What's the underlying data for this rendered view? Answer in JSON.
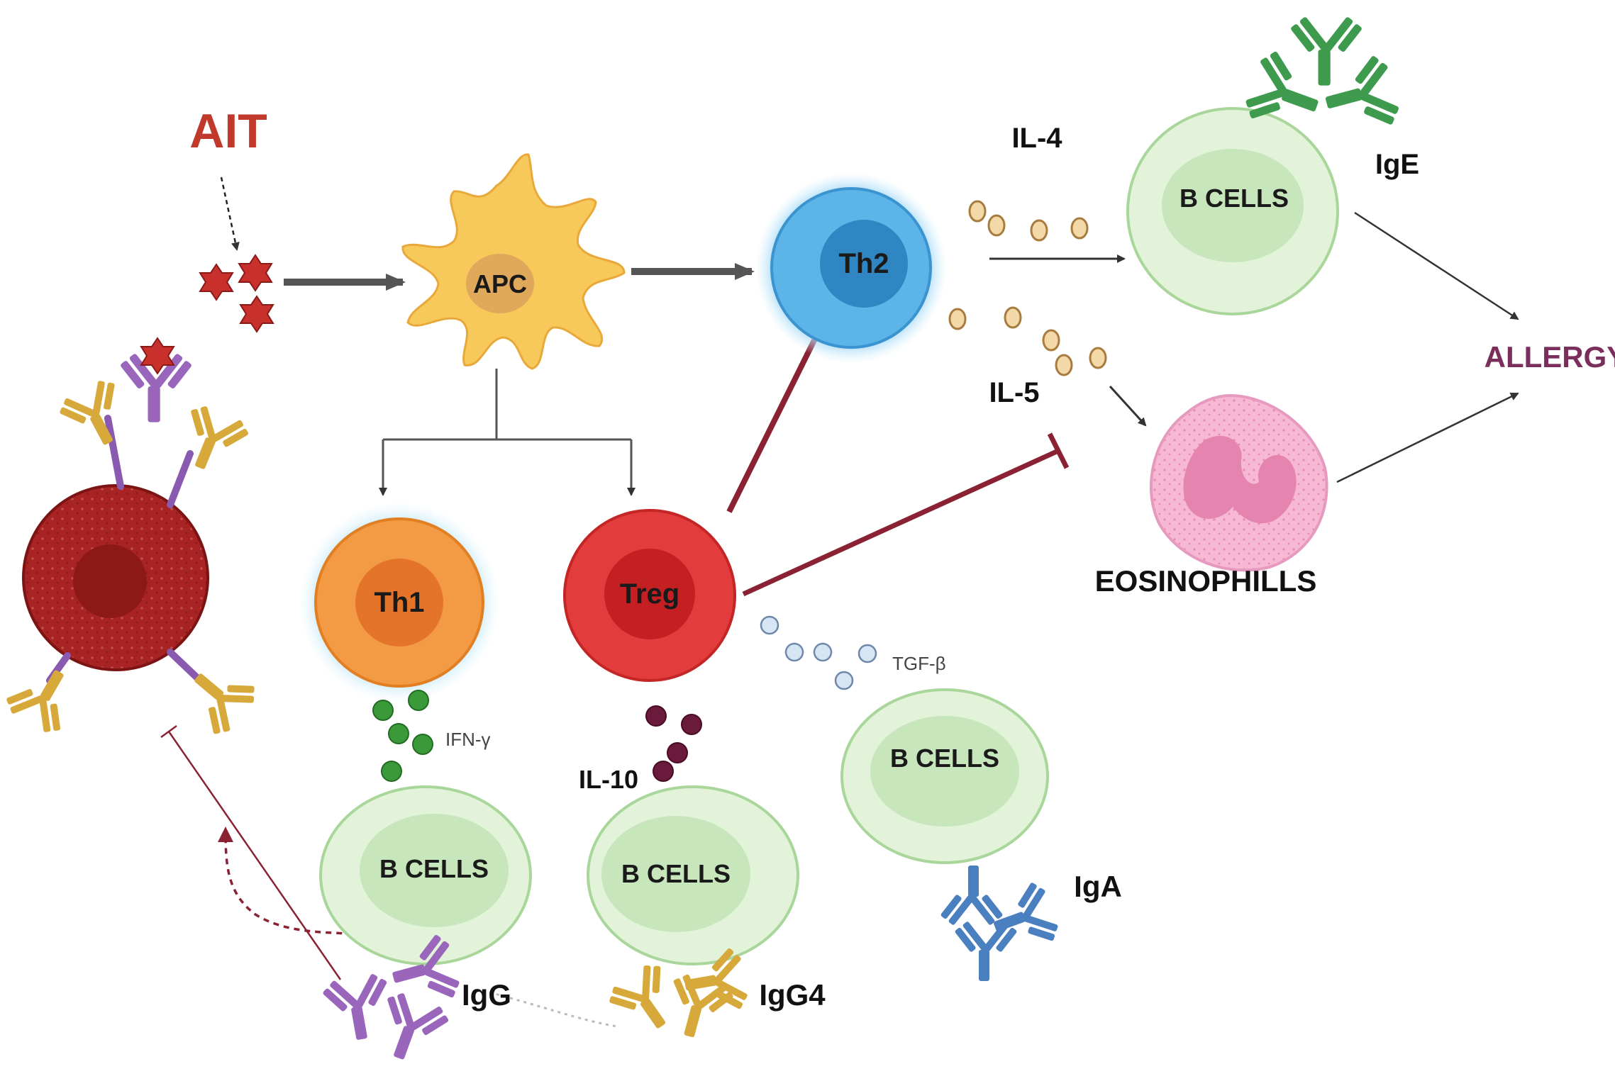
{
  "title": "AIT",
  "outcome": "ALLERGY",
  "cells": {
    "apc": "APC",
    "th2": "Th2",
    "th1": "Th1",
    "treg": "Treg",
    "b_cells_ige": "B CELLS",
    "b_cells_igg": "B CELLS",
    "b_cells_igg4": "B CELLS",
    "b_cells_iga": "B CELLS",
    "eosinophils": "EOSINOPHILLS"
  },
  "cytokines": {
    "il4": "IL-4",
    "il5": "IL-5",
    "ifn_gamma": "IFN-γ",
    "il10": "IL-10",
    "tgf_beta": "TGF-β"
  },
  "antibodies": {
    "ige": "IgE",
    "igg": "IgG",
    "igg4": "IgG4",
    "iga": "IgA"
  },
  "colors": {
    "title": "#c0392b",
    "allergy": "#7b2d5b",
    "apc": "#f7c85a",
    "th2": "#4aa8e0",
    "th1": "#f2a04a",
    "treg": "#e0393b",
    "b_cell": "#dff2d6",
    "eosinophil": "#f3a9c8",
    "mast_cell": "#a82424",
    "inhibit": "#8b2233",
    "ige_antibody": "#3d9a4a",
    "igg_antibody": "#9966bb",
    "igg4_antibody": "#d6a93a",
    "iga_antibody": "#4a7fc0",
    "ifn_dots": "#3a9a3a",
    "il10_dots": "#6a1a3a",
    "tgf_dots": "#cfe0f2",
    "il_dots": "#f3d9a8"
  }
}
